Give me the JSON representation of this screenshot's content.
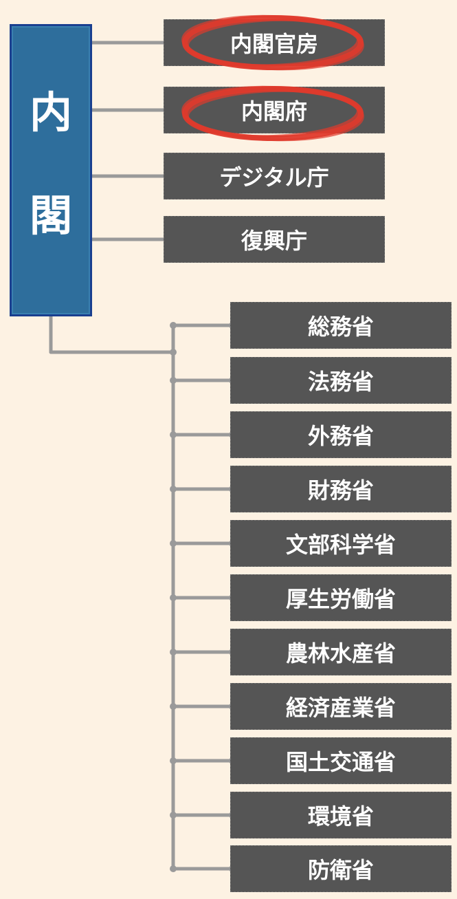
{
  "root": {
    "chars": [
      "内",
      "閣"
    ]
  },
  "top_nodes": [
    {
      "label": "内閣官房",
      "highlighted": true
    },
    {
      "label": "内閣府",
      "highlighted": true
    },
    {
      "label": "デジタル庁",
      "highlighted": false
    },
    {
      "label": "復興庁",
      "highlighted": false
    }
  ],
  "ministries": [
    "総務省",
    "法務省",
    "外務省",
    "財務省",
    "文部科学省",
    "厚生労働省",
    "農林水産省",
    "経済産業省",
    "国土交通省",
    "環境省",
    "防衛省"
  ],
  "colors": {
    "background": "#fdf2e3",
    "root_fill": "#2e6e9c",
    "root_border": "#1a3f8f",
    "node_fill": "#555555",
    "connector": "#9a9a9a",
    "highlight": "#e03a2c"
  }
}
